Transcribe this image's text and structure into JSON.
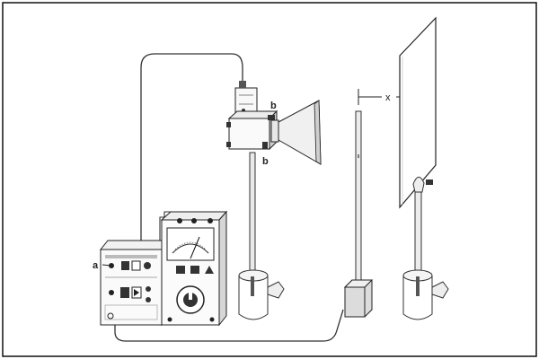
{
  "labels": {
    "a": "a",
    "b_top": "b",
    "b_bottom": "b",
    "x": "x"
  }
}
